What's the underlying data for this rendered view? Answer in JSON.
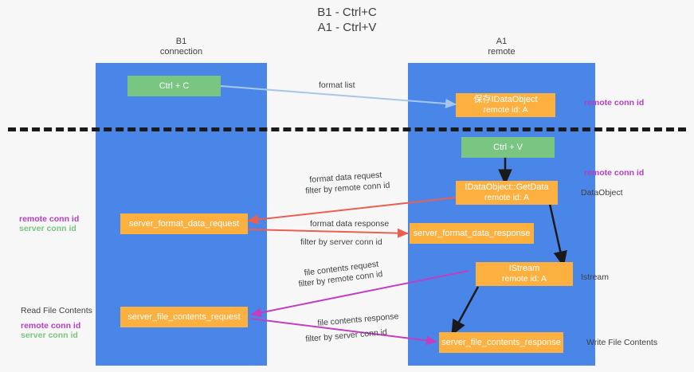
{
  "title": {
    "line1": "B1 - Ctrl+C",
    "line2": "A1 - Ctrl+V"
  },
  "columns": [
    {
      "name": "B1",
      "subtitle": "connection"
    },
    {
      "name": "A1",
      "subtitle": "remote"
    }
  ],
  "colors": {
    "lane": "#4a86e8",
    "green_node": "#79c683",
    "orange_node": "#fbb040",
    "purple_text": "#b23ec1",
    "green_text": "#7ac47f",
    "arrow_blue": "#a7c7ea",
    "arrow_red": "#ea5f4e",
    "arrow_magenta": "#c13fc1",
    "arrow_black": "#1a1a1a",
    "divider": "#1a1a1a"
  },
  "nodes": {
    "ctrl_c": {
      "label": "Ctrl + C"
    },
    "ctrl_v": {
      "label": "Ctrl + V"
    },
    "save_idataobject": {
      "line1": "保存IDataObject",
      "line2": "remote id: A"
    },
    "getdata": {
      "line1": "IDataObject::GetData",
      "line2": "remote id: A"
    },
    "istream": {
      "line1": "IStream",
      "line2": "remote id: A"
    },
    "server_format_data_request": {
      "label": "server_format_data_request"
    },
    "server_format_data_response": {
      "label": "server_format_data_response"
    },
    "server_file_contents_request": {
      "label": "server_file_contents_request"
    },
    "server_file_contents_response": {
      "label": "server_file_contents_response"
    }
  },
  "edges": {
    "format_list": {
      "label": "format list"
    },
    "format_data_request": {
      "label": "format data request",
      "filter_prefix": "filter by ",
      "filter_key": "remote conn id"
    },
    "format_data_response": {
      "label": "format data response",
      "filter_prefix": "filter by ",
      "filter_key": "server conn id"
    },
    "file_contents_request": {
      "label": "file contents request",
      "filter_prefix": "filter by ",
      "filter_key": "remote conn id"
    },
    "file_contents_response": {
      "label": "file contents response",
      "filter_prefix": "filter by ",
      "filter_key": "server conn id"
    }
  },
  "annotations": {
    "right_remote_conn_id_top": "remote conn id",
    "right_remote_conn_id_mid": "remote conn id",
    "right_dataobject": "DataObject",
    "right_istream": "Istream",
    "right_write_file_contents": "Write File Contents",
    "left_remote_conn_id_mid": "remote conn id",
    "left_server_conn_id_mid": "server conn id",
    "left_read_file_contents": "Read File Contents",
    "left_remote_conn_id_bot": "remote conn id",
    "left_server_conn_id_bot": "server conn id"
  }
}
